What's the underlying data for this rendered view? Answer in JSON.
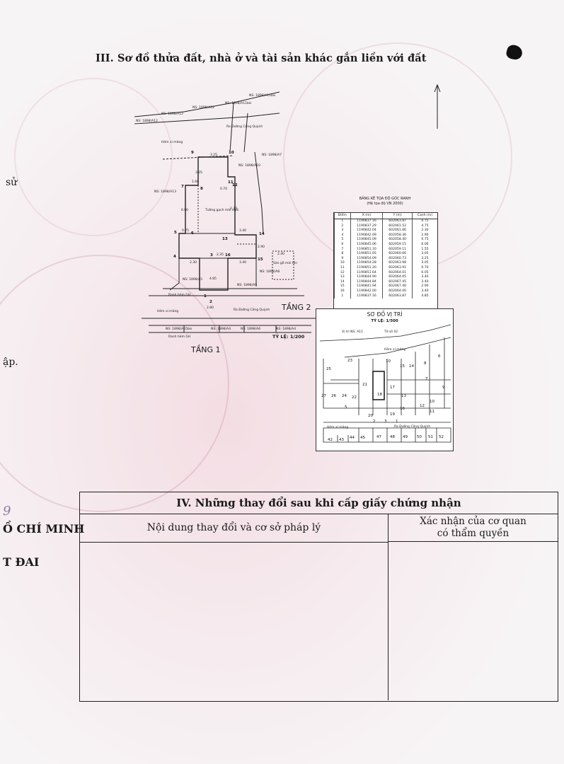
{
  "section3": {
    "title": "III. Sơ đồ thửa đất, nhà ở và tài sản khác gắn liền với đất"
  },
  "left_edge": {
    "su": "sử",
    "ap": "ập.",
    "nine": "9",
    "ho_chi_minh": "Ồ CHÍ MINH",
    "t_dai": "T ĐAI"
  },
  "plan": {
    "top_labels": {
      "ns_a12": "NS: 1898/A12",
      "ns_a12b": "NS: 1898/A12",
      "ns_a12c": "NS: 1898/A12",
      "ns_a11a": "NS: 1898/A11bis",
      "ns_a11b": "NS: 1898/A11bis",
      "ra_duong_top": "Ra Đường Cống Quỳnh",
      "hem_top": "Hẻm xi măng",
      "ns_a7": "NS: 1898/A7",
      "ns_a10": "NS: 1898/A10",
      "ns_a13": "NS: 1898/A13",
      "ns_a8": "NS: 1898/A8",
      "ns_a5": "NS: 1898/A5",
      "ns_a9": "NS: 1898/A9",
      "ns_a55bis": "NS: 1898/A55bis",
      "ns_a4": "NS: 1898/A4",
      "ns_a6": "NS: 1898/A6",
      "ns_a4b": "NS: 1898/A4",
      "tuong_gach": "Tường gạch mái ngói",
      "san_go": "Sàn gỗ mái tôn",
      "ranh_hem_gh": "Ranh hẻm GH",
      "ranh_hem_gh2": "Ranh hẻm GH",
      "hem_bottom": "Hẻm xi măng",
      "ra_duong_bottom": "Ra Đường Cống Quỳnh"
    },
    "vertices": [
      "1",
      "2",
      "3",
      "4",
      "5",
      "6",
      "7",
      "8",
      "9",
      "10",
      "11",
      "12",
      "13",
      "14",
      "15",
      "16"
    ],
    "dims": [
      "3.25",
      "3.05",
      "1.60",
      "6.06",
      "3.40",
      "2.90",
      "2.30",
      "3.40",
      "2.35",
      "4.85",
      "2.80",
      "0.75",
      "0.70",
      "2.30",
      "2.40"
    ],
    "floor2": "TẦNG 2",
    "floor1": "TẦNG 1",
    "scale": "TỶ LỆ: 1/200"
  },
  "coord_table": {
    "title": "BẢNG KÊ TỌA ĐỘ GÓC RANH",
    "subtitle": "(Hệ tọa độ VN 2000)",
    "headers": [
      "Điểm",
      "X (m)",
      "Y (m)",
      "Cạnh (m)"
    ],
    "rows": [
      [
        "1",
        "1190837.16",
        "602063.87",
        "0.75"
      ],
      [
        "2",
        "1190837.29",
        "602061.52",
        "4.75"
      ],
      [
        "3",
        "1190842.04",
        "602061.66",
        "2.30"
      ],
      [
        "4",
        "1190842.09",
        "602058.36",
        "2.90"
      ],
      [
        "5",
        "1190845.09",
        "602058.40",
        "0.75"
      ],
      [
        "6",
        "1190845.06",
        "602059.15",
        "6.06"
      ],
      [
        "7",
        "1190851.10",
        "602059.11",
        "1.55"
      ],
      [
        "8",
        "1190851.05",
        "602060.66",
        "3.05"
      ],
      [
        "9",
        "1190854.09",
        "602060.73",
        "3.25"
      ],
      [
        "10",
        "1190854.28",
        "602063.98",
        "3.05"
      ],
      [
        "11",
        "1190851.20",
        "602063.91",
        "0.70"
      ],
      [
        "12",
        "1190851.64",
        "602064.01",
        "6.05"
      ],
      [
        "13",
        "1190844.90",
        "602064.05",
        "3.40"
      ],
      [
        "14",
        "1190844.84",
        "602067.45",
        "3.40"
      ],
      [
        "15",
        "1190841.94",
        "602067.40",
        "2.90"
      ],
      [
        "16",
        "1190842.00",
        "602064.00",
        "3.40"
      ],
      [
        "1",
        "1190837.16",
        "602063.87",
        "4.85"
      ]
    ]
  },
  "location_map": {
    "title": "SƠ ĐỒ VỊ TRÍ",
    "scale": "TỶ LỆ: 1/500",
    "vi_tri": "Vị trí NS: A11",
    "to_so": "Tờ số 02",
    "hem": "Hẻm xi măng",
    "hem2": "Hẻm xi măng",
    "ra_duong": "Ra Đường Cống Quỳnh",
    "parcels": [
      "25",
      "23",
      "10",
      "15",
      "14",
      "8",
      "6",
      "7",
      "21",
      "17",
      "18",
      "13",
      "9",
      "27",
      "26",
      "24",
      "22",
      "16",
      "12",
      "10",
      "11",
      "20",
      "19",
      "5",
      "2",
      "3",
      "1",
      "42",
      "43",
      "44",
      "45",
      "47",
      "48",
      "49",
      "50",
      "51",
      "52"
    ]
  },
  "section4": {
    "title": "IV. Những thay đổi sau khi cấp giấy chứng nhận",
    "col1": "Nội dung thay đổi và cơ sở pháp lý",
    "col2_line1": "Xác nhận của cơ quan",
    "col2_line2": "có thẩm quyền"
  }
}
